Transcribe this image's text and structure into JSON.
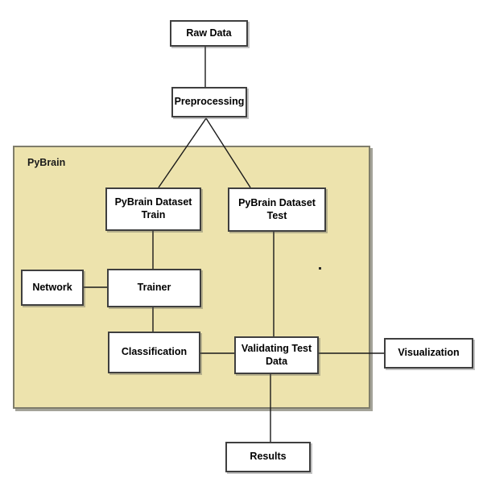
{
  "diagram": {
    "container": {
      "label": "PyBrain"
    },
    "nodes": {
      "raw_data": "Raw Data",
      "preprocessing": "Preprocessing",
      "dataset_train": "PyBrain Dataset Train",
      "dataset_test": "PyBrain Dataset Test",
      "network": "Network",
      "trainer": "Trainer",
      "classification": "Classification",
      "validating_test_data": "Validating Test Data",
      "visualization": "Visualization",
      "results": "Results"
    },
    "edges": [
      "raw_data -> preprocessing",
      "preprocessing -> dataset_train",
      "preprocessing -> dataset_test",
      "dataset_train -> trainer",
      "network -> trainer",
      "trainer -> classification",
      "classification -> validating_test_data",
      "dataset_test -> validating_test_data",
      "validating_test_data -> visualization",
      "validating_test_data -> results"
    ],
    "colors": {
      "container_fill": "#EDE3AD",
      "container_border": "#7F7D6B",
      "node_fill": "#FFFFFF",
      "node_border": "#3F3F3F",
      "connector": "#1A1A1A"
    }
  }
}
